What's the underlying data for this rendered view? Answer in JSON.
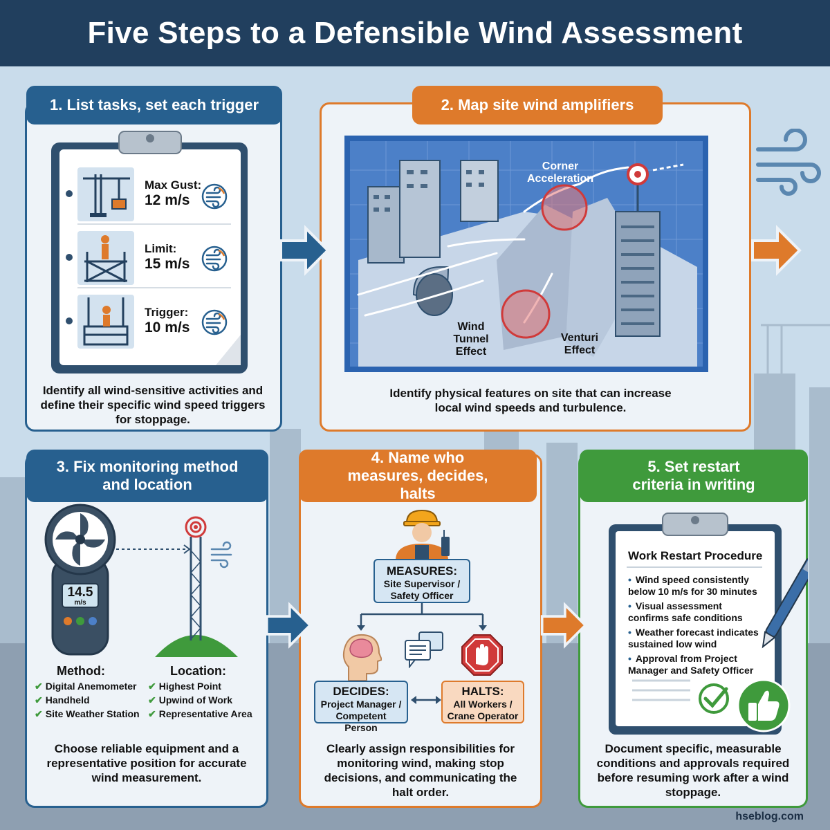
{
  "title": "Five Steps to a Defensible Wind Assessment",
  "step1": {
    "heading": "1. List tasks, set each trigger",
    "tasks": [
      {
        "label": "Max Gust:",
        "value": "12 m/s"
      },
      {
        "label": "Limit:",
        "value": "15 m/s"
      },
      {
        "label": "Trigger:",
        "value": "10 m/s"
      }
    ],
    "description": "Identify all wind-sensitive activities and define their specific wind speed triggers for stoppage."
  },
  "step2": {
    "heading": "2. Map site wind amplifiers",
    "labels": {
      "corner": "Corner Acceleration",
      "tunnel": "Wind Tunnel Effect",
      "venturi": "Venturi Effect"
    },
    "description": "Identify physical features on site that can increase local wind speeds and turbulence."
  },
  "step3": {
    "heading": "3. Fix monitoring method and location",
    "reading": "14.5",
    "reading_unit": "m/s",
    "method_title": "Method:",
    "methods": [
      "Digital Anemometer",
      "Handheld",
      "Site Weather Station"
    ],
    "location_title": "Location:",
    "locations": [
      "Highest Point",
      "Upwind of Work",
      "Representative Area"
    ],
    "description": "Choose reliable equipment and a representative position for accurate wind measurement."
  },
  "step4": {
    "heading": "4. Name who measures, decides, halts",
    "measures": {
      "title": "MEASURES:",
      "who": "Site Supervisor / Safety Officer"
    },
    "decides": {
      "title": "DECIDES:",
      "who": "Project Manager / Competent Person"
    },
    "halts": {
      "title": "HALTS:",
      "who": "All Workers / Crane Operator"
    },
    "description": "Clearly assign responsibilities for monitoring wind, making stop decisions, and communicating the halt order."
  },
  "step5": {
    "heading": "5. Set restart criteria in writing",
    "doc_title": "Work Restart Procedure",
    "criteria": [
      "Wind speed consistently below 10 m/s for 30 minutes",
      "Visual assessment confirms safe conditions",
      "Weather forecast indicates sustained low wind",
      "Approval from Project Manager and Safety Officer"
    ],
    "description": "Document specific, measurable conditions and approvals required before resuming work after a wind stoppage."
  },
  "footer": "hseblog.com",
  "colors": {
    "navy": "#213f5e",
    "blue": "#27608f",
    "orange": "#de7a2b",
    "green": "#3f9a3c"
  }
}
